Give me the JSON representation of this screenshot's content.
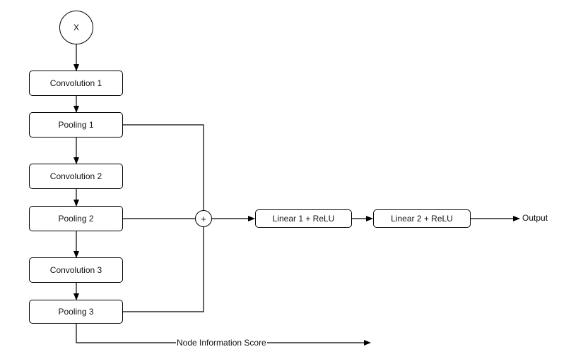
{
  "nodes": {
    "input": "X",
    "conv1": "Convolution 1",
    "pool1": "Pooling 1",
    "conv2": "Convolution 2",
    "pool2": "Pooling 2",
    "conv3": "Convolution 3",
    "pool3": "Pooling 3",
    "sum": "+",
    "linear1": "Linear 1 + ReLU",
    "linear2": "Linear 2 + ReLU"
  },
  "labels": {
    "output": "Output",
    "node_score": "Node Information Score"
  }
}
